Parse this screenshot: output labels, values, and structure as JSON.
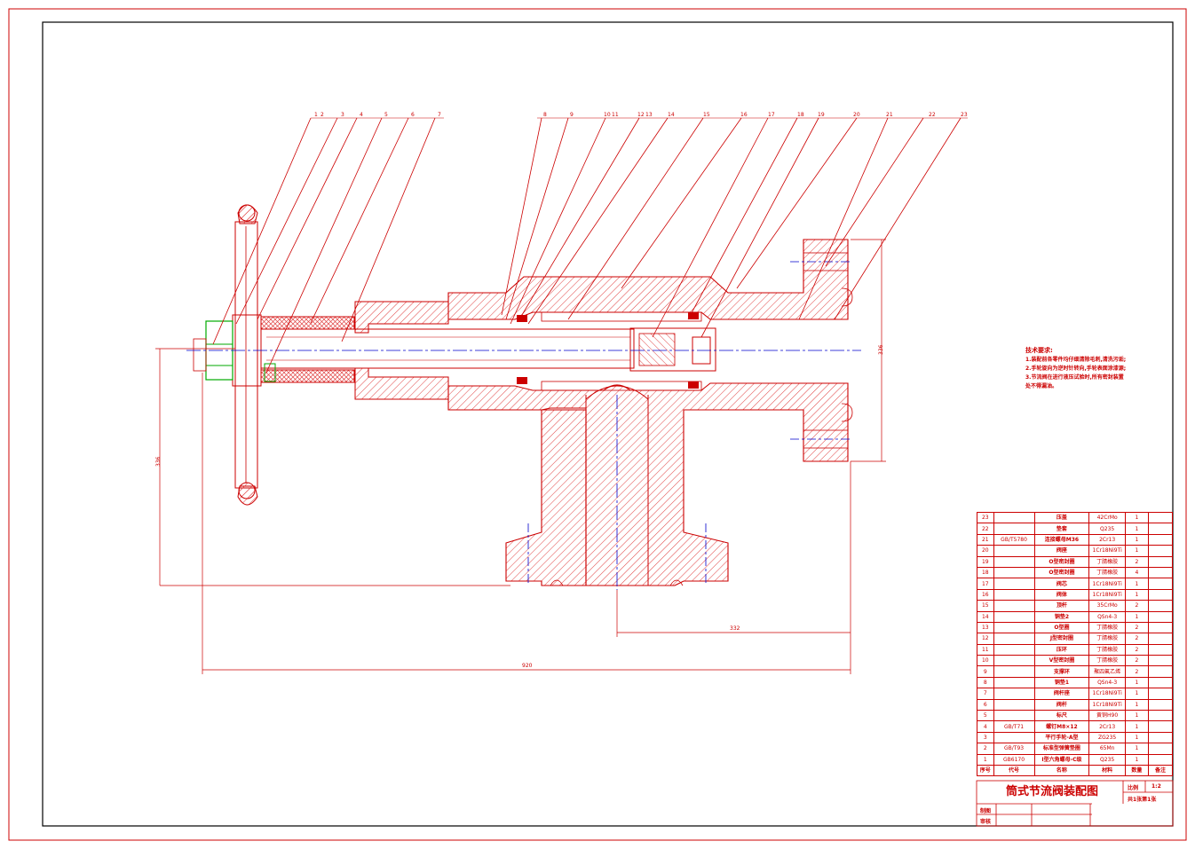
{
  "drawing": {
    "title": "筒式节流阀装配图",
    "scale_label": "比例",
    "scale_value": "1:2",
    "sheet": "共1张第1张",
    "drawn_label": "制图",
    "checked_label": "审核"
  },
  "balloons": [
    "1",
    "2",
    "3",
    "4",
    "5",
    "6",
    "7",
    "8",
    "9",
    "10",
    "11",
    "12",
    "13",
    "14",
    "15",
    "16",
    "17",
    "18",
    "19",
    "20",
    "21",
    "22",
    "23"
  ],
  "dimensions": {
    "overall_length": "920",
    "center_to_flange": "332",
    "flange_height": "336",
    "handwheel_height": "336"
  },
  "tech_notes": {
    "title": "技术要求:",
    "items": [
      "1.装配前各零件均仔细清除毛刺,清洗污垢;",
      "2.手轮旋向为逆时针转向,手轮表面涂漆源;",
      "3.节流阀在进行液压试验时,所有密封装置",
      "   处不得漏油。"
    ]
  },
  "bom": {
    "header": {
      "no": "序号",
      "code": "代号",
      "name": "名称",
      "material": "材料",
      "qty": "数量",
      "remark": "备注"
    },
    "rows": [
      {
        "no": "23",
        "code": "",
        "name": "压盖",
        "material": "42CrMo",
        "qty": "1",
        "remark": ""
      },
      {
        "no": "22",
        "code": "",
        "name": "垫套",
        "material": "Q235",
        "qty": "1",
        "remark": ""
      },
      {
        "no": "21",
        "code": "GB/T5780",
        "name": "连接螺母M36",
        "material": "2Cr13",
        "qty": "1",
        "remark": ""
      },
      {
        "no": "20",
        "code": "",
        "name": "阀座",
        "material": "1Cr18Ni9Ti",
        "qty": "1",
        "remark": ""
      },
      {
        "no": "19",
        "code": "",
        "name": "O型密封圈",
        "material": "丁腈橡胶",
        "qty": "2",
        "remark": ""
      },
      {
        "no": "18",
        "code": "",
        "name": "O型密封圈",
        "material": "丁腈橡胶",
        "qty": "4",
        "remark": ""
      },
      {
        "no": "17",
        "code": "",
        "name": "阀芯",
        "material": "1Cr18Ni9Ti",
        "qty": "1",
        "remark": ""
      },
      {
        "no": "16",
        "code": "",
        "name": "阀体",
        "material": "1Cr18Ni9Ti",
        "qty": "1",
        "remark": ""
      },
      {
        "no": "15",
        "code": "",
        "name": "顶杆",
        "material": "35CrMo",
        "qty": "2",
        "remark": ""
      },
      {
        "no": "14",
        "code": "",
        "name": "铜垫2",
        "material": "QSn4-3",
        "qty": "1",
        "remark": ""
      },
      {
        "no": "13",
        "code": "",
        "name": "O型圈",
        "material": "丁腈橡胶",
        "qty": "2",
        "remark": ""
      },
      {
        "no": "12",
        "code": "",
        "name": "J型密封圈",
        "material": "丁腈橡胶",
        "qty": "2",
        "remark": ""
      },
      {
        "no": "11",
        "code": "",
        "name": "压环",
        "material": "丁腈橡胶",
        "qty": "2",
        "remark": ""
      },
      {
        "no": "10",
        "code": "",
        "name": "V型密封圈",
        "material": "丁腈橡胶",
        "qty": "2",
        "remark": ""
      },
      {
        "no": "9",
        "code": "",
        "name": "支撑环",
        "material": "聚四氟乙烯",
        "qty": "2",
        "remark": ""
      },
      {
        "no": "8",
        "code": "",
        "name": "铜垫1",
        "material": "QSn4-3",
        "qty": "1",
        "remark": ""
      },
      {
        "no": "7",
        "code": "",
        "name": "阀杆座",
        "material": "1Cr18Ni9Ti",
        "qty": "1",
        "remark": ""
      },
      {
        "no": "6",
        "code": "",
        "name": "阀杆",
        "material": "1Cr18Ni9Ti",
        "qty": "1",
        "remark": ""
      },
      {
        "no": "5",
        "code": "",
        "name": "标尺",
        "material": "黄铜H90",
        "qty": "1",
        "remark": ""
      },
      {
        "no": "4",
        "code": "GB/T71",
        "name": "螺钉M8×12",
        "material": "2Cr13",
        "qty": "1",
        "remark": ""
      },
      {
        "no": "3",
        "code": "",
        "name": "平行手轮-A型",
        "material": "ZG235",
        "qty": "1",
        "remark": ""
      },
      {
        "no": "2",
        "code": "GB/T93",
        "name": "标准型弹簧垫圈",
        "material": "65Mn",
        "qty": "1",
        "remark": ""
      },
      {
        "no": "1",
        "code": "GB6170",
        "name": "I型六角螺母-C级",
        "material": "Q235",
        "qty": "1",
        "remark": ""
      }
    ]
  },
  "colors": {
    "line": "#cc0000",
    "hatch": "#e04040",
    "center": "#0000cc",
    "dim": "#cc0000",
    "green": "#00aa00",
    "frame": "#000000"
  }
}
